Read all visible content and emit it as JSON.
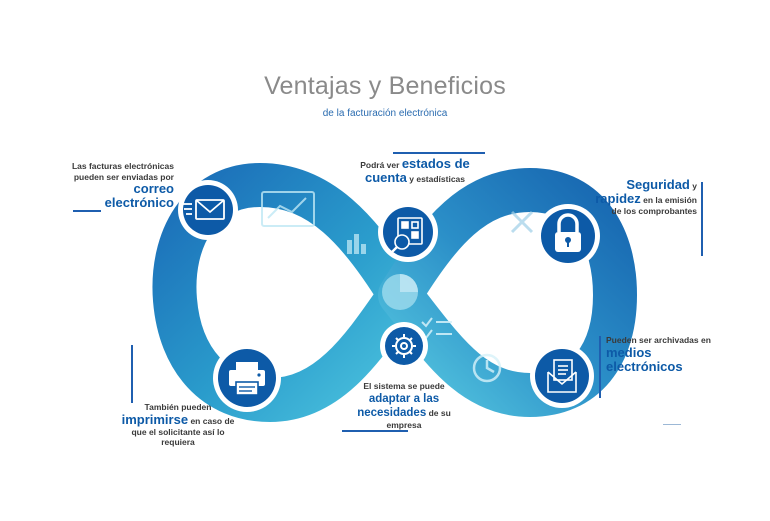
{
  "header": {
    "title": "Ventajas y Beneficios",
    "subtitle": "de la facturación electrónica"
  },
  "colors": {
    "primary": "#0d5aa7",
    "loop_dark": "#1766b0",
    "loop_light": "#3fb7d6",
    "title_gray": "#8a8a8a"
  },
  "benefits": {
    "email": {
      "icon": "envelope-icon",
      "pre": "Las facturas electrónicas pueden ser enviadas por",
      "highlight": "correo electrónico",
      "post": ""
    },
    "statements": {
      "icon": "magnifier-chart-icon",
      "pre": "Podrá ver",
      "highlight": "estados de cuenta",
      "post": "y estadísticas"
    },
    "security": {
      "icon": "padlock-icon",
      "highlight_a": "Seguridad",
      "mid": "y",
      "highlight_b": "rapidez",
      "post": "en la emisión de los comprobantes"
    },
    "archive": {
      "icon": "document-envelope-icon",
      "pre": "Pueden ser archivadas en",
      "highlight": "medios electrónicos"
    },
    "adapt": {
      "icon": "gear-icon",
      "pre": "El sistema se puede",
      "highlight": "adaptar a las necesidades",
      "post": "de su empresa"
    },
    "print": {
      "icon": "printer-icon",
      "pre": "También pueden",
      "highlight": "imprimirse",
      "post": "en caso de que el solicitante así lo requiera"
    }
  }
}
